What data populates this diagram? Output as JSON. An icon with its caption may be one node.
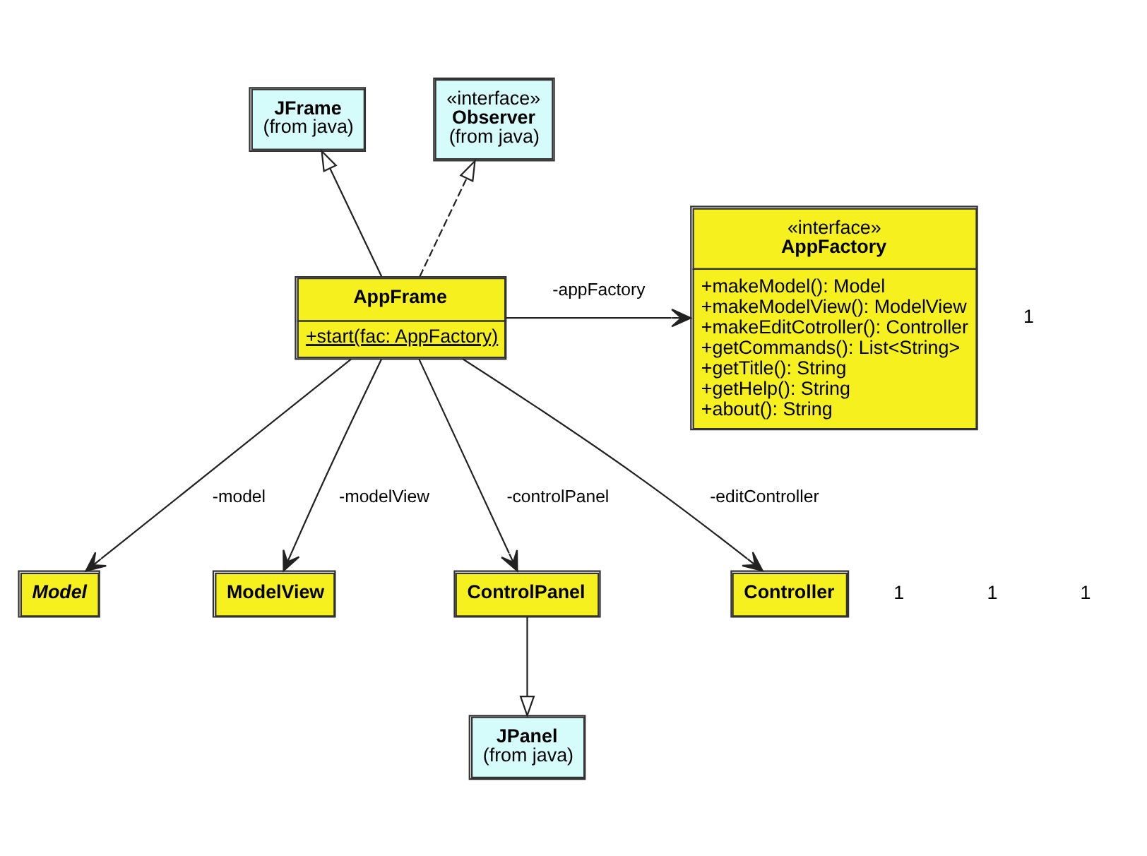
{
  "diagram": {
    "nodes": [
      {
        "text": [
          "JFrame",
          "(from java)"
        ]
      },
      {
        "text": [
          "«interface»",
          "Observer",
          "(from java)"
        ]
      },
      {
        "text": [
          "Model"
        ]
      },
      {
        "text": [
          "AppFrame",
          "+start(fac: AppFactory)"
        ]
      },
      {
        "text": [
          "«interface»",
          "AppFactory",
          "+makeModel(): Model",
          "+makeModelView(): ModelView",
          "+makeEditCotroller(): Controller",
          "+getCommands(): List<String>",
          "+getTitle(): String",
          "+getHelp(): String",
          "+about(): String"
        ]
      },
      {
        "text": [
          "ModelView"
        ]
      },
      {
        "text": [
          "ControlPanel"
        ]
      },
      {
        "text": [
          "Controller"
        ]
      },
      {
        "text": [
          "JPanel",
          "(from java)"
        ]
      }
    ],
    "edges": [
      {
        "from": 3,
        "to": 0,
        "arrow": "to"
      },
      {
        "from": 3,
        "to": 1,
        "arrow": "to",
        "style": "dashed"
      },
      {
        "from": 3,
        "to": 2,
        "arrow": "to",
        "label": "-model"
      },
      {
        "from": 3,
        "to": 4,
        "arrow": "to",
        "label": "-appFactory"
      },
      {
        "from": 3,
        "to": 5,
        "arrow": "to",
        "label": "-modelView"
      },
      {
        "from": 3,
        "to": 6,
        "arrow": "to",
        "label": "-controlPanel"
      },
      {
        "from": 3,
        "to": 7,
        "arrow": "to",
        "label": "-editController"
      },
      {
        "from": 6,
        "to": 8,
        "arrow": "to"
      }
    ],
    "labels": [
      "1",
      "1",
      "1",
      "1"
    ]
  }
}
